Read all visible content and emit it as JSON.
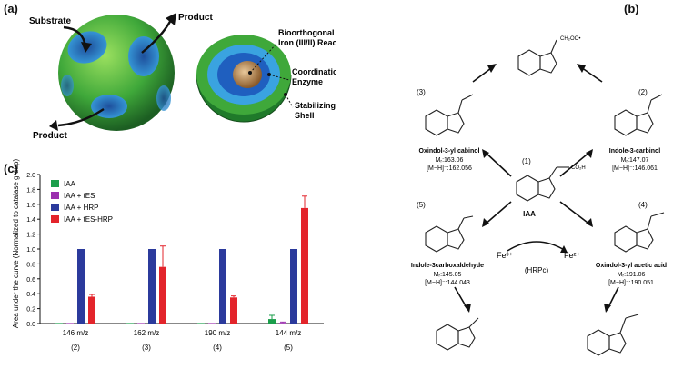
{
  "panels": {
    "a": {
      "letter": "(a)",
      "labels": {
        "substrate": "Substrate",
        "product_top": "Product",
        "product_bottom": "Product",
        "bioorthogonal": "Bioorthogonal",
        "iron_centre": "Iron (III/II) Reaction Centre",
        "coordination": "Coordination",
        "enzyme": "Enzyme",
        "stabilizing": "Stabilizing",
        "shell": "Shell"
      }
    },
    "b": {
      "letter": "(b)",
      "compounds": {
        "top_sub": "CH₂OO•",
        "c1_num": "(1)",
        "c1_sub": "CO₂H",
        "c1_name": "IAA",
        "c2_num": "(2)",
        "c2_name": "Indole-3-carbinol",
        "c2_m": "Mᵣ:147.07",
        "c2_mh": "[M−H]⁻:146.061",
        "c3_num": "(3)",
        "c3_name": "Oxindol-3-yl cabinol",
        "c3_m": "Mᵣ:163.06",
        "c3_mh": "[M−H]⁻:162.056",
        "c4_num": "(4)",
        "c4_name": "Oxindol-3-yl acetic acid",
        "c4_m": "Mᵣ:191.06",
        "c4_mh": "[M−H]⁻:190.051",
        "c5_num": "(5)",
        "c5_name": "Indole-3carboxaldehyde",
        "c5_m": "Mᵣ:145.05",
        "c5_mh": "[M−H]⁻:144.043",
        "fe3": "Fe³⁺",
        "fe2": "Fe²⁺",
        "hrpc": "(HRPc)"
      }
    },
    "c": {
      "letter": "(c)"
    }
  },
  "chart_data": {
    "type": "bar",
    "ylabel": "Area under the curve (Normalized to catalase group)",
    "ylim": [
      0,
      2.0
    ],
    "yticks": [
      "0.0",
      "0.2",
      "0.4",
      "0.6",
      "0.8",
      "1.0",
      "1.2",
      "1.4",
      "1.6",
      "1.8",
      "2.0"
    ],
    "categories": [
      "146 m/z",
      "162 m/z",
      "190 m/z",
      "144 m/z"
    ],
    "category_ids": [
      "(2)",
      "(3)",
      "(4)",
      "(5)"
    ],
    "series": [
      {
        "name": "IAA",
        "color": "#1b9e4b",
        "values": [
          0.0,
          0.0,
          0.0,
          0.06
        ],
        "errors": [
          0,
          0,
          0,
          0.05
        ]
      },
      {
        "name": "IAA + tES",
        "color": "#9b2fae",
        "values": [
          0.0,
          0.0,
          0.0,
          0.01
        ],
        "errors": [
          0,
          0,
          0,
          0.01
        ]
      },
      {
        "name": "IAA + HRP",
        "color": "#2b3a9c",
        "values": [
          1.0,
          1.0,
          1.0,
          1.0
        ],
        "errors": [
          0,
          0,
          0,
          0
        ]
      },
      {
        "name": "IAA + tES-HRP",
        "color": "#e3242b",
        "values": [
          0.36,
          0.76,
          0.35,
          1.55
        ],
        "errors": [
          0.03,
          0.28,
          0.02,
          0.16
        ]
      }
    ],
    "legend": "top-left"
  }
}
